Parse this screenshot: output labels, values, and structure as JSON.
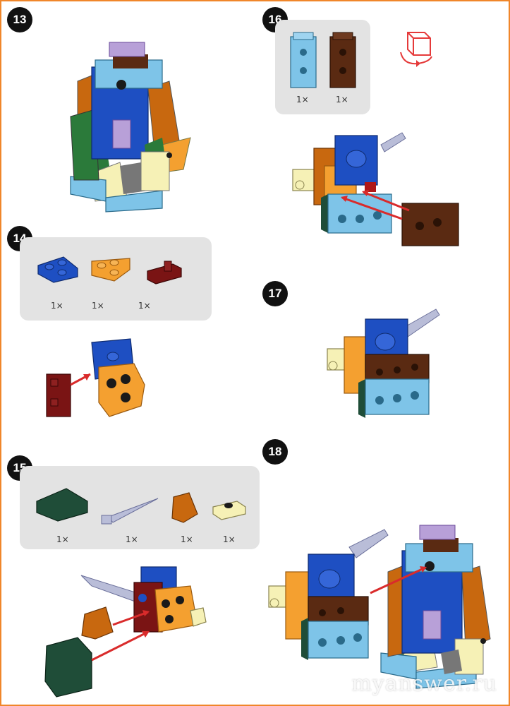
{
  "steps": [
    {
      "number": "13"
    },
    {
      "number": "14",
      "quantities": [
        "1×",
        "1×",
        "1×"
      ]
    },
    {
      "number": "15",
      "quantities": [
        "1×",
        "1×",
        "1×",
        "1×"
      ]
    },
    {
      "number": "16",
      "quantities": [
        "1×",
        "1×"
      ]
    },
    {
      "number": "17"
    },
    {
      "number": "18"
    }
  ],
  "icons": {
    "rotate": "rotate-model-icon"
  },
  "colors": {
    "border": "#f0862a",
    "arrow": "#d92b2b",
    "blue": "#1e4fc2",
    "light_blue": "#7ec4e8",
    "brown": "#5a2a12",
    "orange": "#f4a030",
    "dark_orange": "#c8680f",
    "dark_red": "#7a1414",
    "dark_green": "#1f4d38",
    "pale_yellow": "#f6f1b6",
    "lavender": "#b8a0d8",
    "silver": "#b9bdd8"
  },
  "watermark": "myanswer.ru"
}
